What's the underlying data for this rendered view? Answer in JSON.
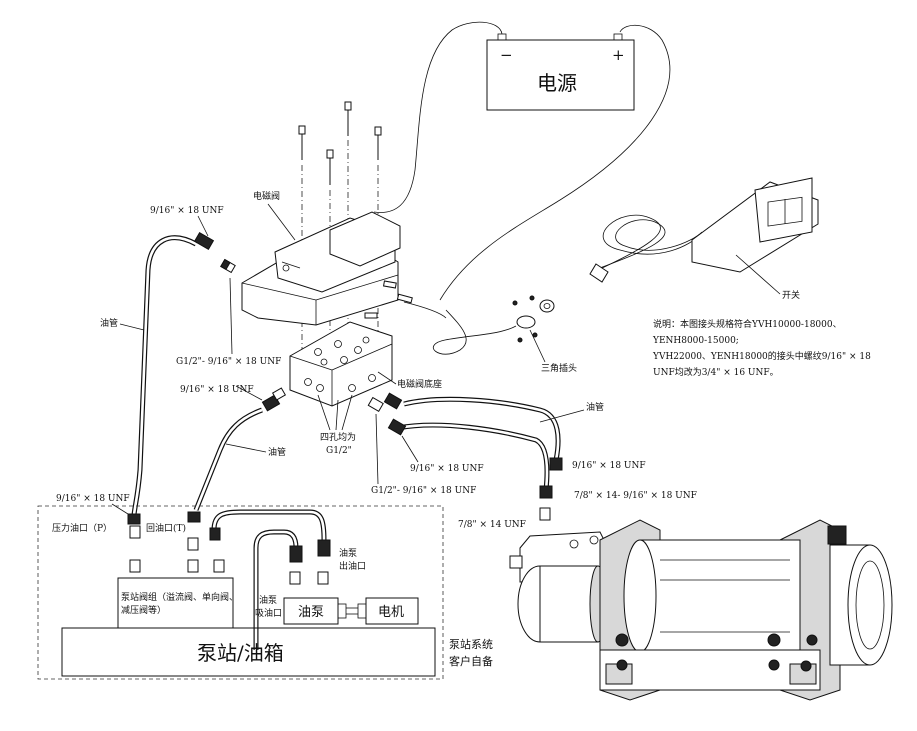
{
  "labels": {
    "power": "电源",
    "minus": "−",
    "plus": "+",
    "solenoid_valve": "电磁阀",
    "solenoid_base": "电磁阀底座",
    "four_holes_line1": "四孔均为",
    "four_holes_line2": "G1/2\"",
    "triangle_plug": "三角插头",
    "switch": "开关",
    "oil_pipe_left": "油管",
    "oil_pipe_mid": "油管",
    "oil_pipe_right": "油管",
    "pressure_port": "压力油口（P）",
    "return_port": "回油口(T)",
    "pump_valve_group_line1": "泵站阀组（溢流阀、单向阀、",
    "pump_valve_group_line2": "减压阀等）",
    "pump_suction_line1": "油泵",
    "pump_suction_line2": "吸油口",
    "pump_outlet_line1": "油泵",
    "pump_outlet_line2": "出油口",
    "pump": "油泵",
    "motor": "电机",
    "station_tank": "泵站/油箱",
    "customer_line1": "泵站系统",
    "customer_line2": "客户自备"
  },
  "specs": {
    "spec_top_left": "9/16\" × 18 UNF",
    "spec_valve_left": "G1/2\"- 9/16\" × 18 UNF",
    "spec_mid_left": "9/16\" × 18 UNF",
    "spec_bottom_left": "9/16\" × 18 UNF",
    "spec_base_bottom": "G1/2\"- 9/16\" × 18 UNF",
    "spec_base_right": "9/16\" × 18 UNF",
    "spec_winch_right": "9/16\" × 18 UNF",
    "spec_winch_adapter": "7/8\" × 14- 9/16\" × 18 UNF",
    "spec_winch_port": "7/8\" × 14 UNF"
  },
  "note": {
    "line1": "说明：本图接头规格符合YVH10000-18000、",
    "line2": "YENH8000-15000;",
    "line3": "YVH22000、YENH18000的接头中螺纹9/16\" × 18",
    "line4": "UNF均改为3/4\" × 16 UNF。"
  }
}
